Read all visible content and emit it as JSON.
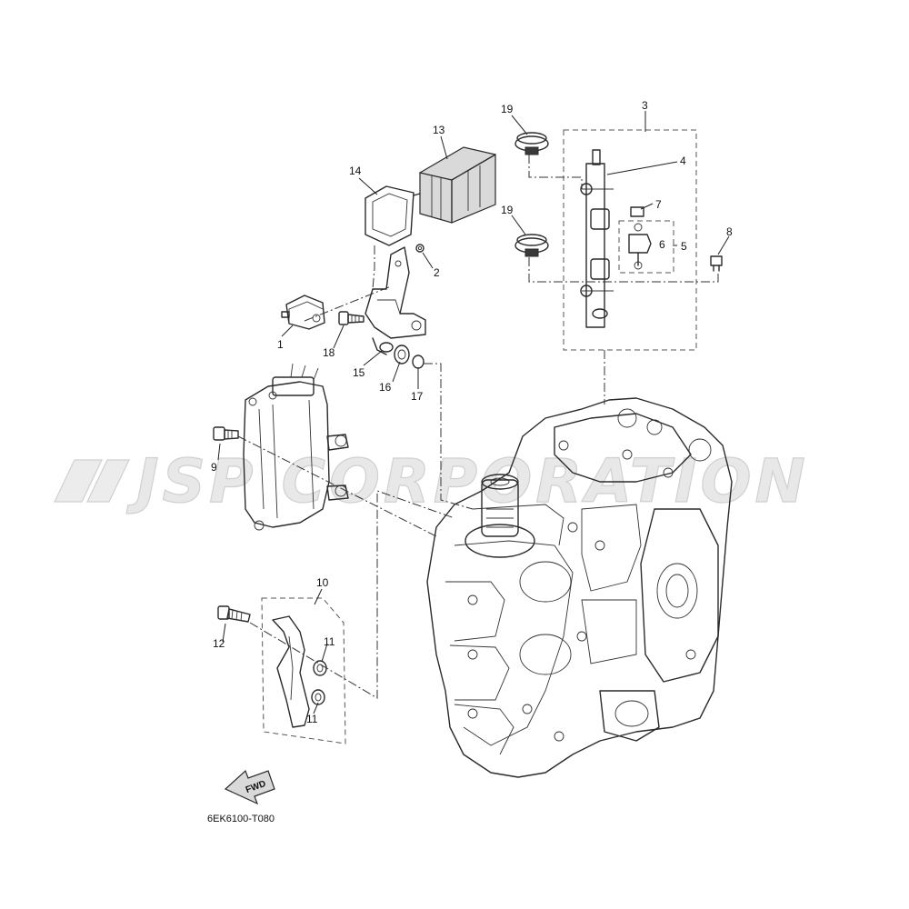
{
  "watermark": {
    "text": "JSP CORPORATION"
  },
  "diagram_code": "6EK6100-T080",
  "direction_label": "FWD",
  "callouts": {
    "c1": "1",
    "c2": "2",
    "c3": "3",
    "c4": "4",
    "c5": "5",
    "c6": "6",
    "c7": "7",
    "c8": "8",
    "c9": "9",
    "c10": "10",
    "c11a": "11",
    "c11b": "11",
    "c12": "12",
    "c13": "13",
    "c14": "14",
    "c15": "15",
    "c16": "16",
    "c17": "17",
    "c18": "18",
    "c19a": "19",
    "c19b": "19"
  }
}
